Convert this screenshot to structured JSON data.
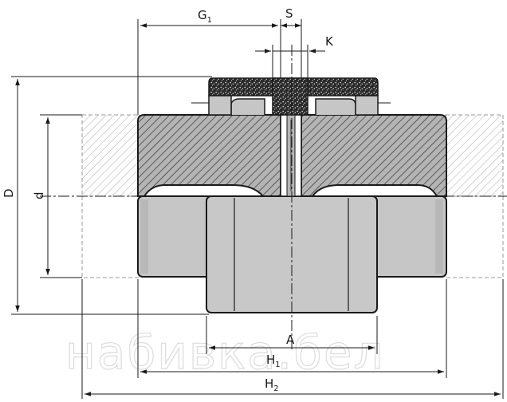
{
  "labels": {
    "G": "G",
    "G_sub": "1",
    "S": "S",
    "K": "K",
    "D": "D",
    "d": "d",
    "A": "A",
    "H1": "H",
    "H1_sub": "1",
    "H2": "H",
    "H2_sub": "2"
  },
  "watermark": "набивка.бел",
  "colors": {
    "hub_fill": "#b4b4b4",
    "bore_fill": "#c6c6c6",
    "bore_shade": "#b8b8b8",
    "elastomer_fill": "#2b2b2b",
    "outline": "#1a1a1a",
    "ghost": "#9a9a9a"
  }
}
